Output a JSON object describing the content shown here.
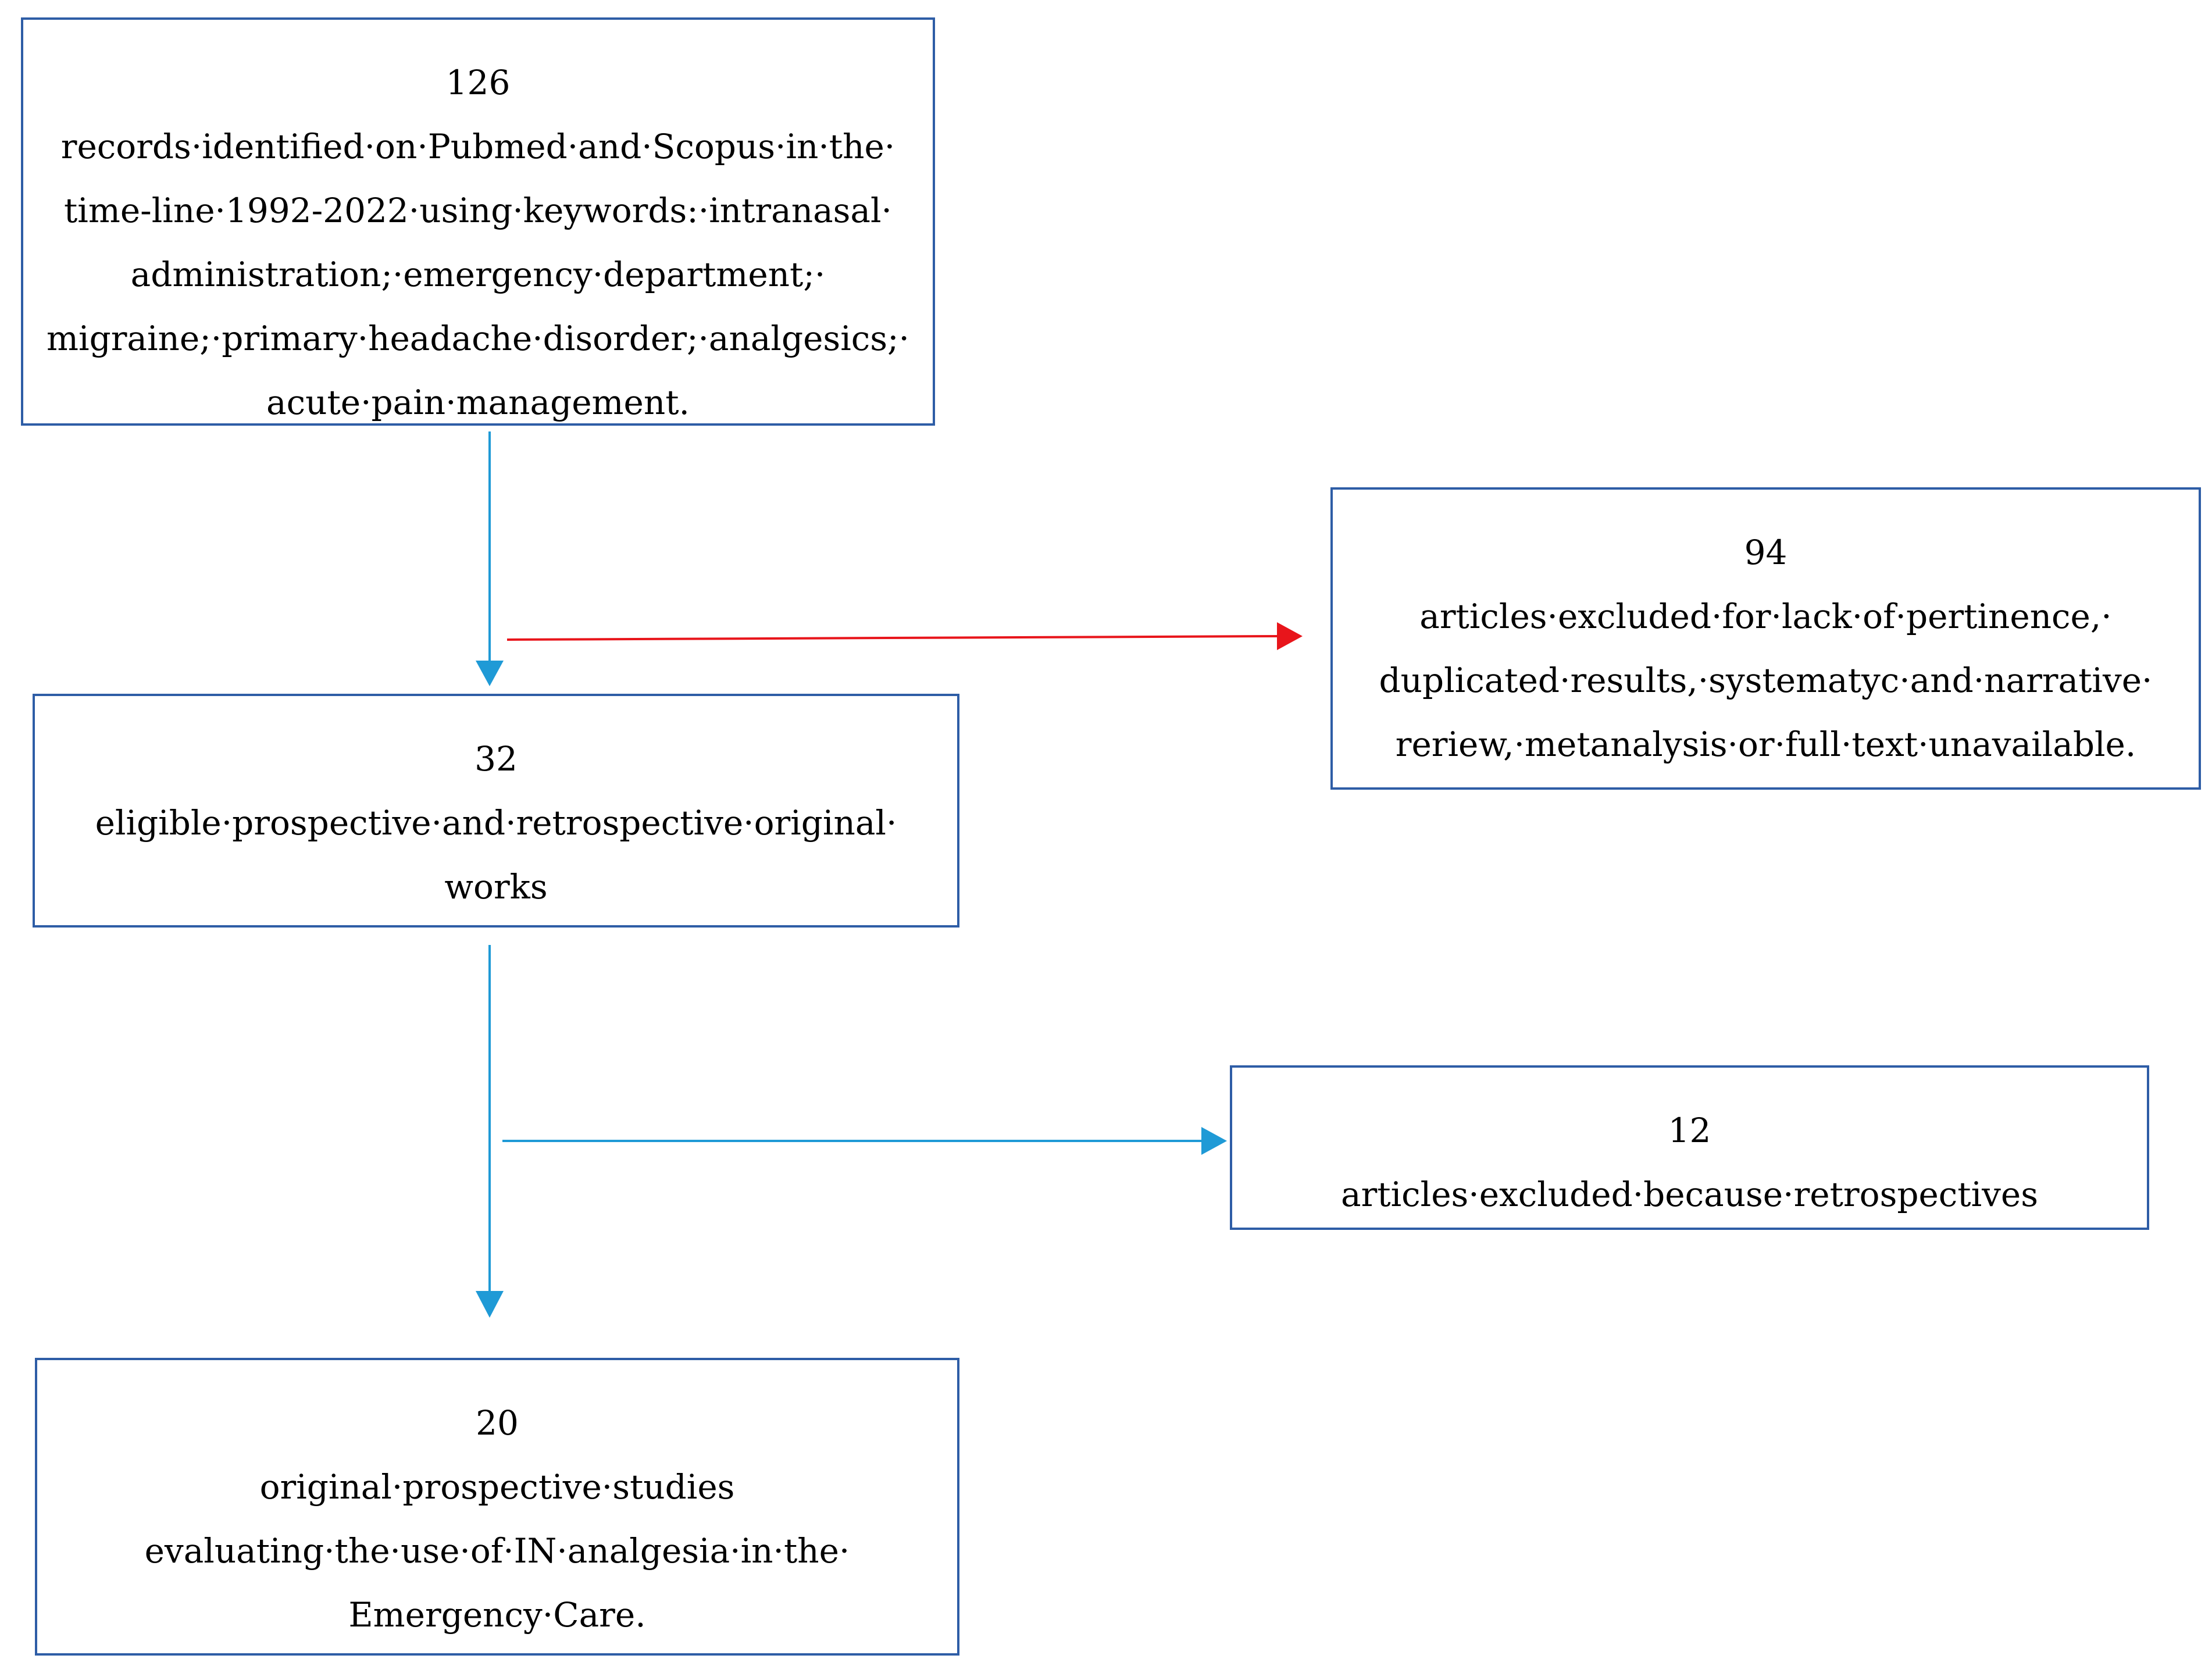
{
  "colors": {
    "box_border": "#2E5DA6",
    "main_arrow": "#1F9AD6",
    "excluded_arrow": "#E8151B",
    "text": "#000000"
  },
  "boxes": {
    "records": {
      "count": "126",
      "lines": [
        "records·identified·on·Pubmed·and·Scopus·in·the·",
        "time-line·1992-2022·using·keywords:·intranasal·",
        "administration;·emergency·department;·",
        "migraine;·primary·headache·disorder;·analgesics;·",
        "acute·pain·management."
      ]
    },
    "excluded_94": {
      "count": "94",
      "lines": [
        "articles·excluded·for·lack·of·pertinence,·",
        "duplicated·results,·systematyc·and·narrative·",
        "reriew,·metanalysis·or·full·text·unavailable."
      ]
    },
    "eligible": {
      "count": "32",
      "lines": [
        "eligible·prospective·and·retrospective·original·",
        "works"
      ]
    },
    "excluded_12": {
      "count": "12",
      "lines": [
        "articles·excluded·because·retrospectives"
      ]
    },
    "final": {
      "count": "20",
      "lines": [
        "original·prospective·studies",
        "evaluating·the·use·of·IN·analgesia·in·the·",
        "Emergency·Care."
      ]
    }
  }
}
